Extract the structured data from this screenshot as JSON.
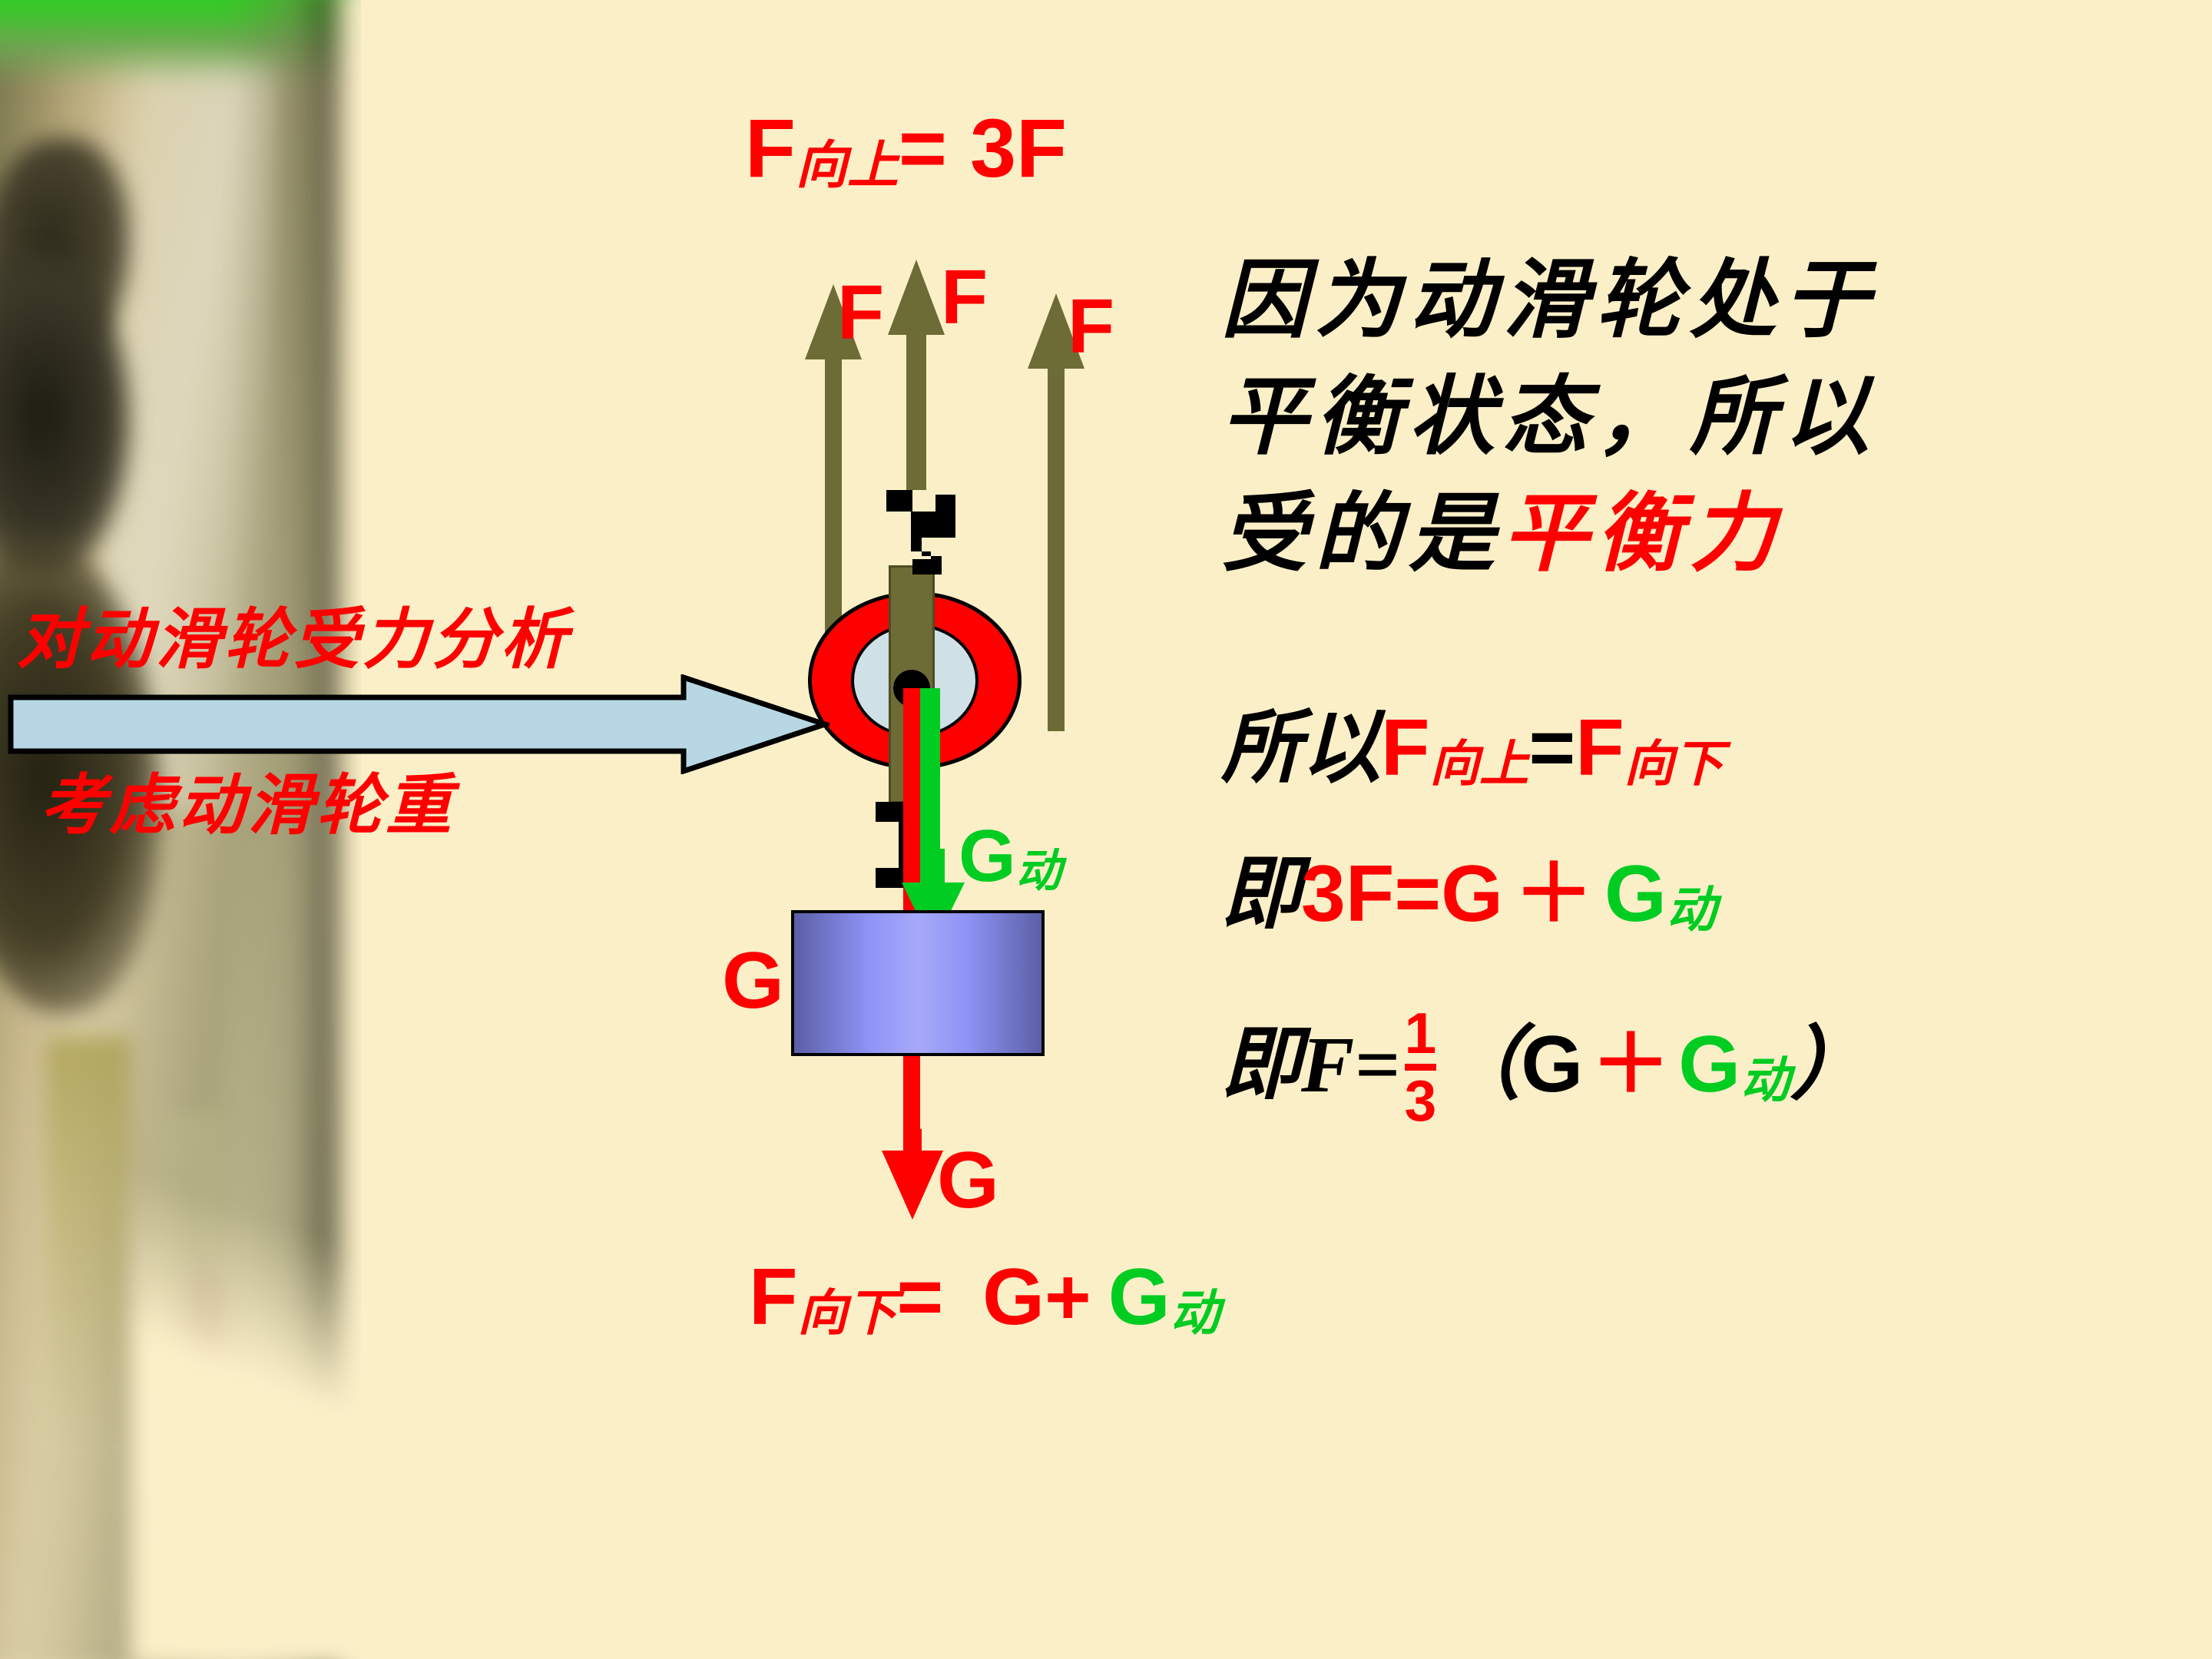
{
  "slide": {
    "background_color": "#fbefc8",
    "title_line_top": {
      "f_letter": "F",
      "subscript": "向上",
      "equals": "= ",
      "value": "3F",
      "color": "#ff0000"
    },
    "arrow_labels": [
      {
        "text": "F",
        "color": "#ff0000"
      },
      {
        "text": "F",
        "color": "#ff0000"
      },
      {
        "text": "F",
        "color": "#ff0000"
      }
    ],
    "left_captions": [
      {
        "text": "对动滑轮受力分析",
        "color": "#ff0000"
      },
      {
        "text": "考虑动滑轮重",
        "color": "#ff0000"
      }
    ],
    "blue_arrow": {
      "name": "right-pointing block arrow",
      "fill": "#b7d7e4",
      "stroke": "#000000"
    },
    "diagram": {
      "pulley": {
        "ring_color": "#ff0000",
        "inner_color": "#cfe1e6",
        "frame_color": "#6e6c36",
        "axle_color": "#000000"
      },
      "rope_arrow_color": "#6e6c36",
      "weight_block": {
        "fill_left": "#5b5fa6",
        "fill_mid": "#a7a9fa",
        "border": "#000000",
        "label": "G",
        "label_color": "#ff0000"
      },
      "pulley_weight_label": {
        "main": "G",
        "sub": "动",
        "color": "#00cc22"
      },
      "total_weight_label": {
        "main": "G",
        "color": "#ff0000"
      }
    },
    "bottom_formula": {
      "f_letter": "F",
      "subscript": "向下",
      "equals": "= ",
      "term1": "G+",
      "term2_main": "G",
      "term2_sub": "动",
      "color_red": "#ff0000",
      "color_green": "#00cc22"
    },
    "explanation": {
      "line1": "因为动滑轮处于",
      "line2_black": "平衡状态，所以",
      "line3_black": "受的是",
      "line3_red": "平衡力"
    },
    "equations": [
      {
        "id": "eq-balance",
        "parts": [
          {
            "text": "所以",
            "color": "#000000",
            "style": "zh"
          },
          {
            "text": "F",
            "color": "#ff0000",
            "style": "latin"
          },
          {
            "text": "向上",
            "color": "#ff0000",
            "style": "sub"
          },
          {
            "text": "=",
            "color": "#000000",
            "style": "latin"
          },
          {
            "text": "F",
            "color": "#ff0000",
            "style": "latin"
          },
          {
            "text": "向下",
            "color": "#ff0000",
            "style": "sub"
          }
        ]
      },
      {
        "id": "eq-3f",
        "parts": [
          {
            "text": "即",
            "color": "#000000",
            "style": "zh"
          },
          {
            "text": "3F=G",
            "color": "#ff0000",
            "style": "latin"
          },
          {
            "text": "＋",
            "color": "#ff0000",
            "style": "latin"
          },
          {
            "text": "G",
            "color": "#00cc22",
            "style": "latin"
          },
          {
            "text": "动",
            "color": "#00cc22",
            "style": "sub"
          }
        ]
      },
      {
        "id": "eq-final",
        "prefix": "即F=",
        "fraction": {
          "numerator": "1",
          "denominator": "3",
          "color": "#ff0000"
        },
        "open_paren": "（",
        "term_g": "G",
        "plus": "＋",
        "term_gd_main": "G",
        "term_gd_sub": "动",
        "close_paren": "）"
      }
    ]
  }
}
